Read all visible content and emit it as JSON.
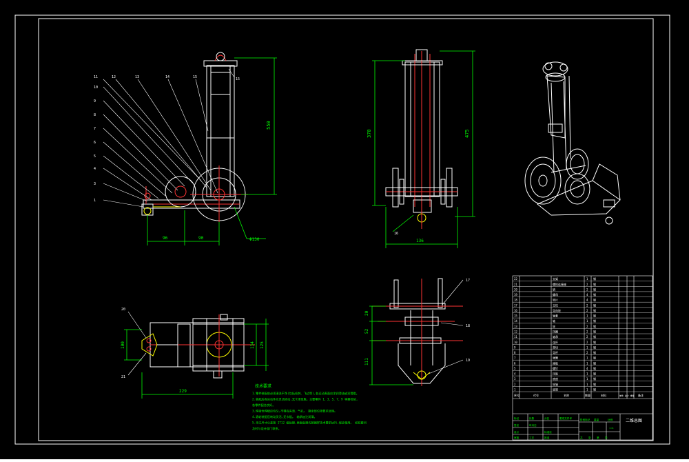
{
  "drawing": {
    "colors": {
      "background": "#000000",
      "outline": "#ffffff",
      "dimension": "#00ff00",
      "centerline": "#ff3333",
      "detail": "#ffff00",
      "hatch": "#00ffff"
    },
    "side_view": {
      "balloons": [
        "1",
        "3",
        "4",
        "5",
        "6",
        "7",
        "8",
        "9",
        "10",
        "11",
        "12",
        "13",
        "14",
        "15"
      ],
      "dims": {
        "height": "550",
        "left_span": "96",
        "right_span": "90",
        "wheel_dia": "Φ130"
      }
    },
    "front_view": {
      "dims": {
        "overall_height": "475",
        "inner_height": "370",
        "width": "136"
      },
      "balloon": "16"
    },
    "top_view": {
      "dims": {
        "width": "229",
        "left_height": "100",
        "right_height_a": "134",
        "right_height_b": "125"
      },
      "balloons": [
        "20",
        "21"
      ]
    },
    "section_view": {
      "dims": {
        "a": "20",
        "b": "52",
        "c": "111"
      },
      "balloons": [
        "17",
        "18",
        "19"
      ]
    },
    "notes": {
      "heading": "技术要求",
      "lines": [
        "1.零件装配前必须清洗干净(包括毛刺、飞边等),各运动表面应涂润滑油或润滑脂。",
        "2.装配后各运动件应灵活转动,无卡滞现象。主要零件 1、3、5、7、9 等需检验,",
        "  各零件配合良好。",
        "3.焊接件焊缝应均匀,不得有夹渣、气孔。 剩余部位按要求处理。",
        "4.滚轮装配后转动灵活,无卡阻。 轴承加注润滑。",
        "5.未注尺寸公差按 IT12 级处理,表面处理均按图样技术要求执行,保证使用。 如有疑问",
        "  及时与设计部门联系。"
      ]
    },
    "title_block": {
      "header": [
        "序号",
        "代号",
        "名称",
        "数量",
        "材料",
        "单件 总计 重量",
        "备注"
      ],
      "parts": [
        {
          "no": "22",
          "name": "支架",
          "qty": "1",
          "mat": "钢"
        },
        {
          "no": "21",
          "name": "螺栓连接座",
          "qty": "2",
          "mat": "钢"
        },
        {
          "no": "20",
          "name": "销",
          "qty": "2",
          "mat": "钢"
        },
        {
          "no": "19",
          "name": "螺母",
          "qty": "4",
          "mat": "钢"
        },
        {
          "no": "18",
          "name": "垫片",
          "qty": "4",
          "mat": "钢"
        },
        {
          "no": "17",
          "name": "立柱",
          "qty": "2",
          "mat": "钢"
        },
        {
          "no": "16",
          "name": "导向轮",
          "qty": "2",
          "mat": "钢"
        },
        {
          "no": "15",
          "name": "轴套",
          "qty": "1",
          "mat": "钢"
        },
        {
          "no": "14",
          "name": "轴",
          "qty": "1",
          "mat": "钢"
        },
        {
          "no": "13",
          "name": "轮",
          "qty": "2",
          "mat": "钢"
        },
        {
          "no": "12",
          "name": "挡圈",
          "qty": "2",
          "mat": "钢"
        },
        {
          "no": "11",
          "name": "轴承",
          "qty": "2",
          "mat": "钢"
        },
        {
          "no": "10",
          "name": "连杆",
          "qty": "2",
          "mat": "钢"
        },
        {
          "no": "9",
          "name": "滑块",
          "qty": "1",
          "mat": "钢"
        },
        {
          "no": "8",
          "name": "导杆",
          "qty": "2",
          "mat": "钢"
        },
        {
          "no": "7",
          "name": "弹簧",
          "qty": "1",
          "mat": "钢"
        },
        {
          "no": "6",
          "name": "座板",
          "qty": "1",
          "mat": "钢"
        },
        {
          "no": "5",
          "name": "螺钉",
          "qty": "4",
          "mat": "钢"
        },
        {
          "no": "4",
          "name": "压板",
          "qty": "1",
          "mat": "钢"
        },
        {
          "no": "3",
          "name": "底座",
          "qty": "1",
          "mat": "钢"
        },
        {
          "no": "2",
          "name": "轮轴",
          "qty": "1",
          "mat": "钢"
        },
        {
          "no": "1",
          "name": "底架",
          "qty": "1",
          "mat": "钢"
        }
      ],
      "title": "二维总图",
      "row_labels": [
        "标记",
        "处数",
        "分区",
        "更改文件号",
        "签名",
        "年月日"
      ],
      "small": [
        "设计",
        "标准化",
        "审核",
        "工艺",
        "批准"
      ],
      "stage": [
        "阶段标记",
        "重量",
        "比例"
      ],
      "scale": "1:4",
      "sheet": [
        "共",
        "张",
        "第",
        "张"
      ]
    }
  }
}
